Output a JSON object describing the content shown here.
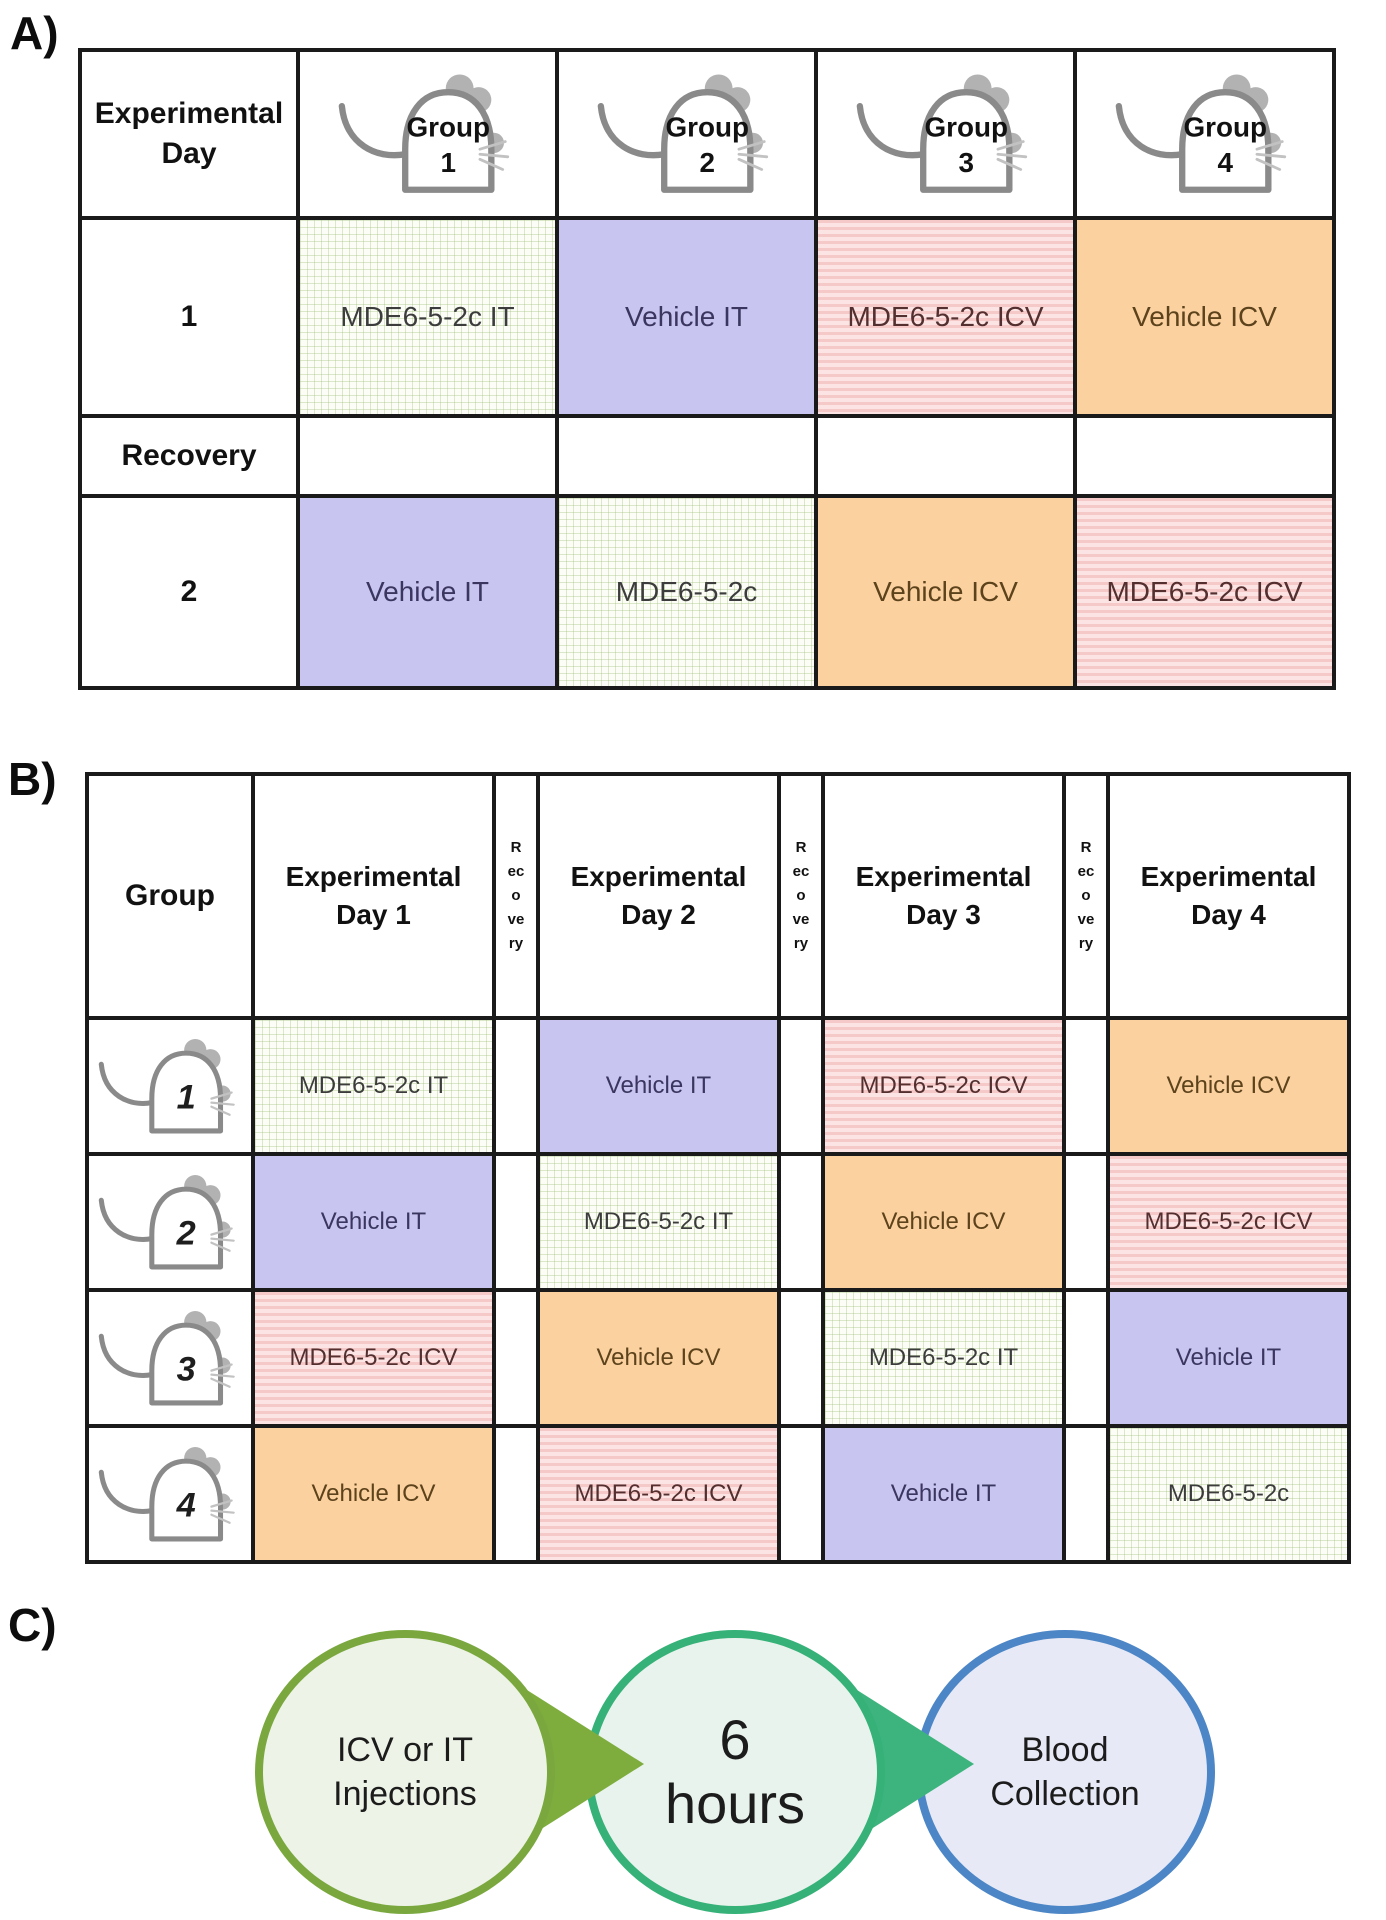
{
  "panelA": {
    "label": "A)",
    "corner_header": "Experimental\nDay",
    "group_word": "Group",
    "group_numbers": [
      "1",
      "2",
      "3",
      "4"
    ],
    "rows": [
      {
        "header": "1",
        "cells": [
          {
            "label": "MDE6-5-2c IT",
            "cls": "cell green"
          },
          {
            "label": "Vehicle IT",
            "cls": "cell purple"
          },
          {
            "label": "MDE6-5-2c ICV",
            "cls": "cell pink"
          },
          {
            "label": "Vehicle ICV",
            "cls": "cell orange"
          }
        ]
      },
      {
        "header": "Recovery",
        "cells": [
          {
            "label": "",
            "cls": "cell plain"
          },
          {
            "label": "",
            "cls": "cell plain"
          },
          {
            "label": "",
            "cls": "cell plain"
          },
          {
            "label": "",
            "cls": "cell plain"
          }
        ]
      },
      {
        "header": "2",
        "cells": [
          {
            "label": "Vehicle IT",
            "cls": "cell purple"
          },
          {
            "label": "MDE6-5-2c",
            "cls": "cell green"
          },
          {
            "label": "Vehicle ICV",
            "cls": "cell orange"
          },
          {
            "label": "MDE6-5-2c ICV",
            "cls": "cell pink"
          }
        ]
      }
    ]
  },
  "panelB": {
    "label": "B)",
    "group_header": "Group",
    "recovery_label": "Recovery",
    "day_headers": [
      "Experimental\nDay 1",
      "Experimental\nDay 2",
      "Experimental\nDay 3",
      "Experimental\nDay 4"
    ],
    "group_numbers": [
      "1",
      "2",
      "3",
      "4"
    ],
    "rows": [
      {
        "cells": [
          {
            "label": "MDE6-5-2c IT",
            "cls": "cell green"
          },
          {
            "label": "Vehicle IT",
            "cls": "cell purple"
          },
          {
            "label": "MDE6-5-2c ICV",
            "cls": "cell pink"
          },
          {
            "label": "Vehicle ICV",
            "cls": "cell orange"
          }
        ]
      },
      {
        "cells": [
          {
            "label": "Vehicle IT",
            "cls": "cell purple"
          },
          {
            "label": "MDE6-5-2c IT",
            "cls": "cell green"
          },
          {
            "label": "Vehicle ICV",
            "cls": "cell orange"
          },
          {
            "label": "MDE6-5-2c ICV",
            "cls": "cell pink"
          }
        ]
      },
      {
        "cells": [
          {
            "label": "MDE6-5-2c ICV",
            "cls": "cell pink"
          },
          {
            "label": "Vehicle ICV",
            "cls": "cell orange"
          },
          {
            "label": "MDE6-5-2c IT",
            "cls": "cell green"
          },
          {
            "label": "Vehicle IT",
            "cls": "cell purple"
          }
        ]
      },
      {
        "cells": [
          {
            "label": "Vehicle ICV",
            "cls": "cell orange"
          },
          {
            "label": "MDE6-5-2c ICV",
            "cls": "cell pink"
          },
          {
            "label": "Vehicle IT",
            "cls": "cell purple"
          },
          {
            "label": "MDE6-5-2c",
            "cls": "cell green"
          }
        ]
      }
    ]
  },
  "panelC": {
    "label": "C)",
    "steps": [
      {
        "label": "ICV or IT\nInjections",
        "border_color": "#7aa83f",
        "fill_color": "#eef3e8"
      },
      {
        "label": "6\nhours",
        "border_color": "#36b178",
        "fill_color": "#e9f3ed"
      },
      {
        "label": "Blood\nCollection",
        "border_color": "#4d86c6",
        "fill_color": "#e7eaf6"
      }
    ],
    "arrow_colors": [
      "#7ead3e",
      "#3db47d"
    ]
  },
  "treatment_colors": {
    "mde_it_green_grid": "#9ebe76",
    "vehicle_it_purple": "#c8c5f0",
    "mde_icv_pink_stripes": "#f6c9c9",
    "vehicle_icv_orange": "#fcd1a0"
  }
}
